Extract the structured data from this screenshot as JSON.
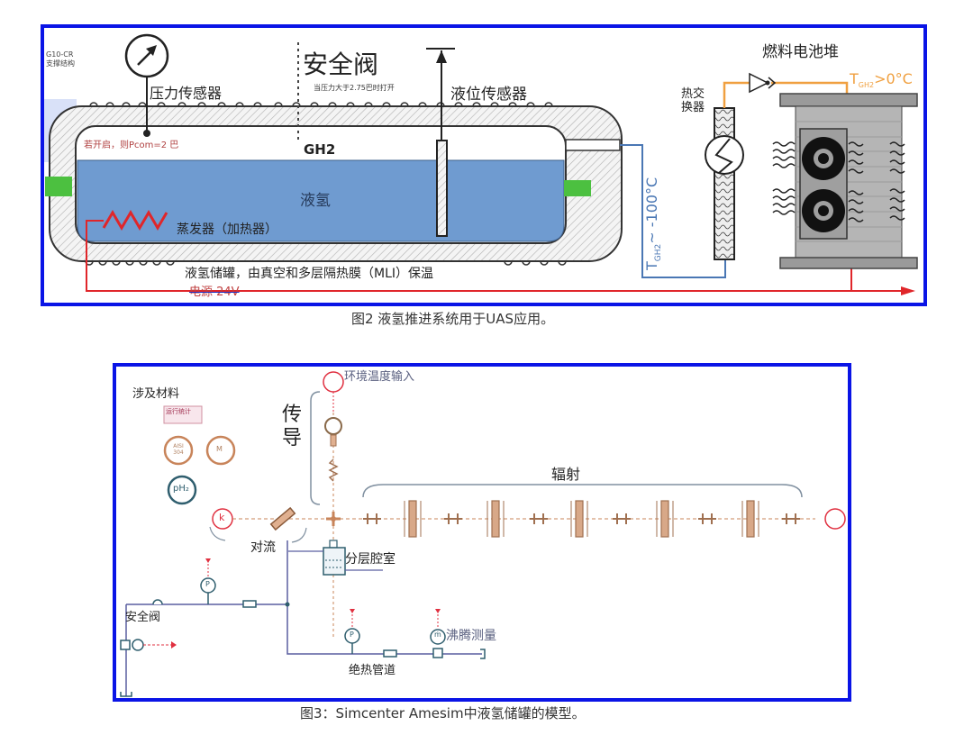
{
  "figure2": {
    "caption": "图2 液氢推进系统用于UAS应用。",
    "support_label_line1": "G10-CR",
    "support_label_line2": "支撑结构",
    "pressure_sensor_label": "压力传感器",
    "safety_valve_label": "安全阀",
    "safety_valve_note": "当压力大于2.75巴时打开",
    "level_sensor_label": "液位传感器",
    "pcom_note": "若开启，则Pcom=2 巴",
    "gas_label": "GH2",
    "liquid_label": "液氢",
    "evaporator_label": "蒸发器（加热器）",
    "tank_label": "液氢储罐，由真空和多层隔热膜（MLI）保温",
    "power_label": "电源 24V",
    "temp_cold_label": "T",
    "temp_cold_sub": "GH2",
    "temp_cold_value": "~ -100°C",
    "heat_exchanger_line1": "热交",
    "heat_exchanger_line2": "换器",
    "fuel_cell_label": "燃料电池堆",
    "temp_warm_label": "T",
    "temp_warm_sub": "GH2",
    "temp_warm_value": ">0°C",
    "colors": {
      "frame": "#0a14e6",
      "liquid": "#6f9bd0",
      "power": "#e0262a",
      "cold_line": "#4a77b4",
      "warm_line": "#f0a040",
      "flange": "#4cc040"
    }
  },
  "figure3": {
    "caption": "图3：Simcenter Amesim中液氢储罐的模型。",
    "materials_label": "涉及材料",
    "stats_label": "运行统计",
    "material_aisi_line1": "AISI",
    "material_aisi_line2": "304",
    "material_m": "M",
    "material_ph2": "pH₂",
    "ambient_input_label": "环境温度输入",
    "conduction_label_1": "传",
    "conduction_label_2": "导",
    "radiation_label": "辐射",
    "convection_label": "对流",
    "stratified_label": "分层腔室",
    "safety_valve_label": "安全阀",
    "insulated_pipe_label": "绝热管道",
    "boiling_label": "沸腾测量",
    "k_symbol": "k",
    "p_symbol": "P",
    "m_symbol": "ṁ",
    "colors": {
      "frame": "#0a14e6",
      "thermal": "#c8845a",
      "red_port": "#e03040",
      "hydraulic": "#5a5fa0",
      "material_blue": "#2f5e6e"
    }
  }
}
